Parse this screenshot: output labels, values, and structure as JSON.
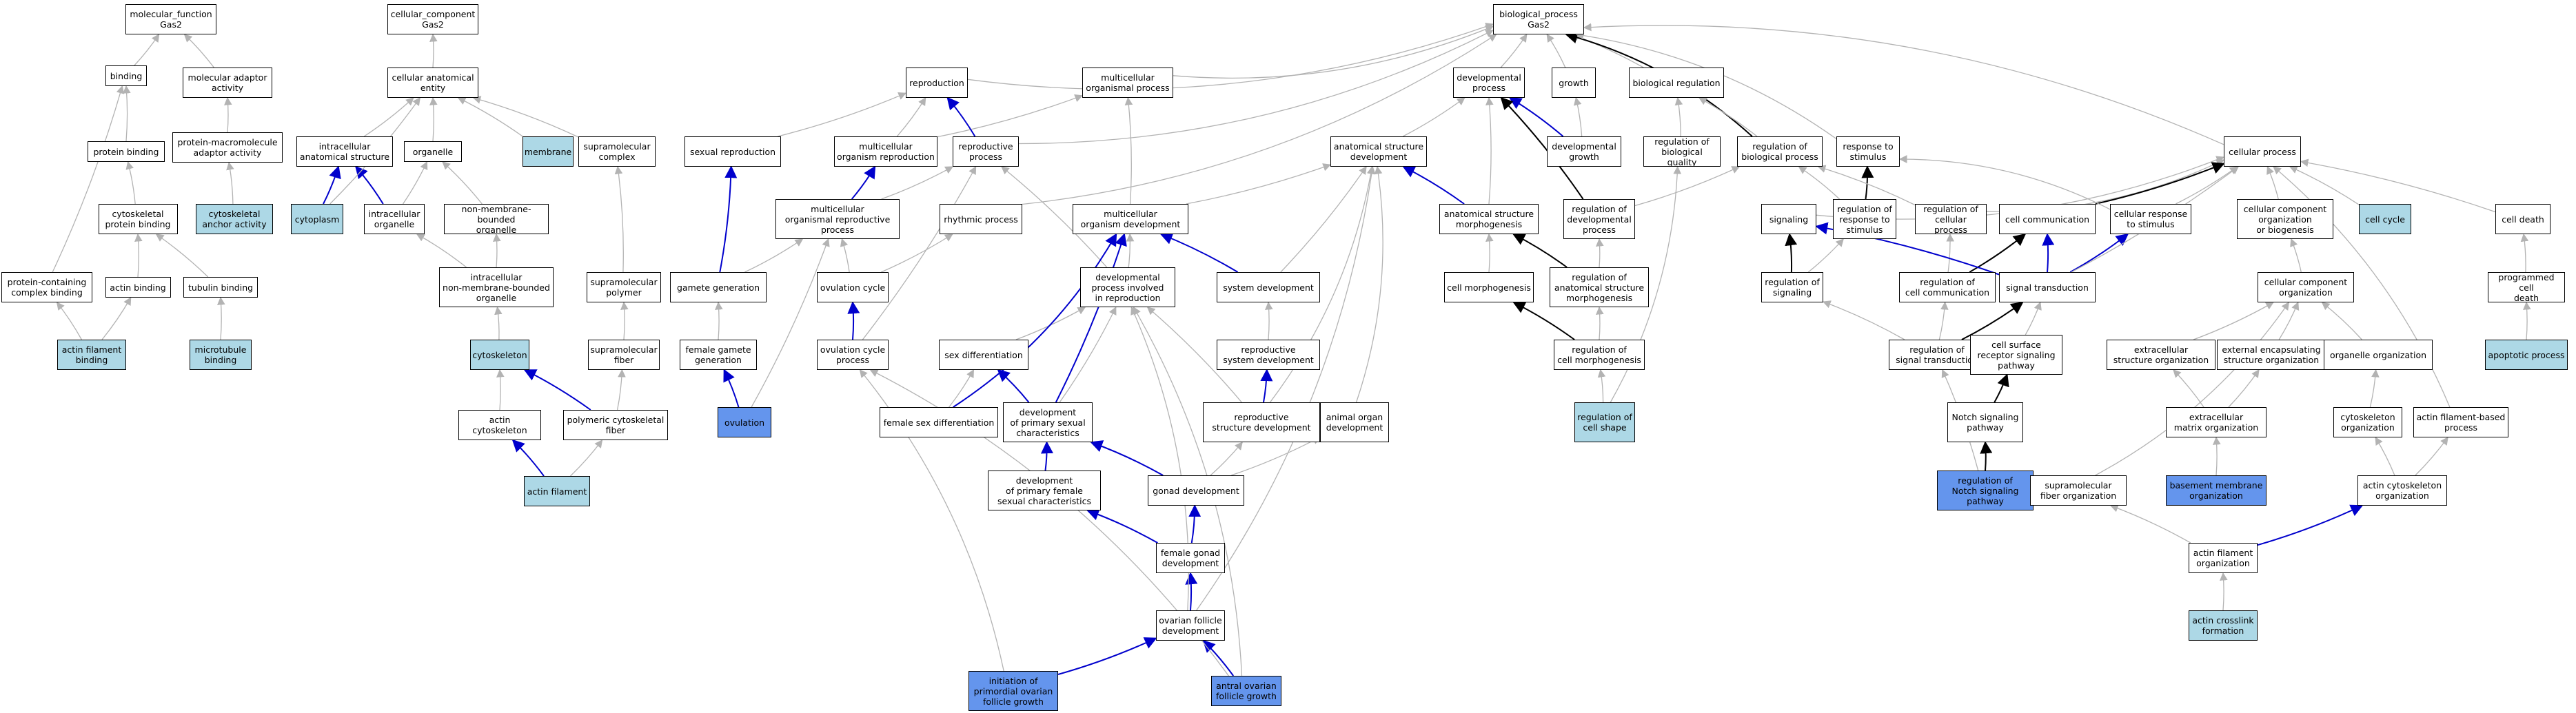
{
  "colors": {
    "light": "#add8e6",
    "dark": "#6495ed",
    "edge_gray": "#b3b3b3",
    "edge_black": "#000000",
    "edge_blue": "#0000cc"
  },
  "nodes": [
    {
      "id": "mf",
      "label": "molecular_function\nGas2",
      "style": "plain"
    },
    {
      "id": "binding",
      "label": "binding",
      "style": "plain"
    },
    {
      "id": "molad",
      "label": "molecular adaptor\nactivity",
      "style": "plain"
    },
    {
      "id": "protbind",
      "label": "protein binding",
      "style": "plain"
    },
    {
      "id": "pmad",
      "label": "protein-macromolecule\nadaptor activity",
      "style": "plain"
    },
    {
      "id": "cytoprot",
      "label": "cytoskeletal\nprotein binding",
      "style": "plain"
    },
    {
      "id": "cytoanch",
      "label": "cytoskeletal\nanchor activity",
      "style": "light"
    },
    {
      "id": "pcc",
      "label": "protein-containing\ncomplex binding",
      "style": "plain"
    },
    {
      "id": "actinb",
      "label": "actin binding",
      "style": "plain"
    },
    {
      "id": "tubb",
      "label": "tubulin binding",
      "style": "plain"
    },
    {
      "id": "afb",
      "label": "actin filament\nbinding",
      "style": "light"
    },
    {
      "id": "mtb",
      "label": "microtubule\nbinding",
      "style": "light"
    },
    {
      "id": "cc",
      "label": "cellular_component\nGas2",
      "style": "plain"
    },
    {
      "id": "cae",
      "label": "cellular anatomical\nentity",
      "style": "plain"
    },
    {
      "id": "ias",
      "label": "intracellular\nanatomical structure",
      "style": "plain"
    },
    {
      "id": "organelle",
      "label": "organelle",
      "style": "plain"
    },
    {
      "id": "membrane",
      "label": "membrane",
      "style": "light"
    },
    {
      "id": "smc",
      "label": "supramolecular\ncomplex",
      "style": "plain"
    },
    {
      "id": "cytoplasm",
      "label": "cytoplasm",
      "style": "light"
    },
    {
      "id": "io",
      "label": "intracellular\norganelle",
      "style": "plain"
    },
    {
      "id": "nmbo",
      "label": "non-membrane-bounded\norganelle",
      "style": "plain"
    },
    {
      "id": "inmbo",
      "label": "intracellular\nnon-membrane-bounded\norganelle",
      "style": "plain"
    },
    {
      "id": "smp",
      "label": "supramolecular\npolymer",
      "style": "plain"
    },
    {
      "id": "cytoskeleton",
      "label": "cytoskeleton",
      "style": "light"
    },
    {
      "id": "smf",
      "label": "supramolecular\nfiber",
      "style": "plain"
    },
    {
      "id": "actcyto",
      "label": "actin cytoskeleton",
      "style": "plain"
    },
    {
      "id": "pcf",
      "label": "polymeric cytoskeletal\nfiber",
      "style": "plain"
    },
    {
      "id": "actfil",
      "label": "actin filament",
      "style": "light"
    },
    {
      "id": "bp",
      "label": "biological_process\nGas2",
      "style": "plain"
    },
    {
      "id": "repro",
      "label": "reproduction",
      "style": "plain"
    },
    {
      "id": "mop",
      "label": "multicellular\norganismal process",
      "style": "plain"
    },
    {
      "id": "devproc",
      "label": "developmental\nprocess",
      "style": "plain"
    },
    {
      "id": "growth",
      "label": "growth",
      "style": "plain"
    },
    {
      "id": "bioreg",
      "label": "biological regulation",
      "style": "plain"
    },
    {
      "id": "sexrep",
      "label": "sexual reproduction",
      "style": "plain"
    },
    {
      "id": "morep",
      "label": "multicellular\norganism reproduction",
      "style": "plain"
    },
    {
      "id": "repproc",
      "label": "reproductive\nprocess",
      "style": "plain"
    },
    {
      "id": "asd",
      "label": "anatomical structure\ndevelopment",
      "style": "plain"
    },
    {
      "id": "devgrowth",
      "label": "developmental\ngrowth",
      "style": "plain"
    },
    {
      "id": "rbq",
      "label": "regulation of\nbiological quality",
      "style": "plain"
    },
    {
      "id": "rbp",
      "label": "regulation of\nbiological process",
      "style": "plain"
    },
    {
      "id": "rts",
      "label": "response to\nstimulus",
      "style": "plain"
    },
    {
      "id": "cellproc",
      "label": "cellular process",
      "style": "plain"
    },
    {
      "id": "morp",
      "label": "multicellular\norganismal reproductive\nprocess",
      "style": "plain"
    },
    {
      "id": "rhythm",
      "label": "rhythmic process",
      "style": "plain"
    },
    {
      "id": "mod",
      "label": "multicellular\norganism development",
      "style": "plain"
    },
    {
      "id": "asm",
      "label": "anatomical structure\nmorphogenesis",
      "style": "plain"
    },
    {
      "id": "rdp",
      "label": "regulation of\ndevelopmental\nprocess",
      "style": "plain"
    },
    {
      "id": "signaling",
      "label": "signaling",
      "style": "plain"
    },
    {
      "id": "rrs",
      "label": "regulation of\nresponse to\nstimulus",
      "style": "plain"
    },
    {
      "id": "rcp",
      "label": "regulation of\ncellular process",
      "style": "plain"
    },
    {
      "id": "cellcomm",
      "label": "cell communication",
      "style": "plain"
    },
    {
      "id": "crs",
      "label": "cellular response\nto stimulus",
      "style": "plain"
    },
    {
      "id": "ccob",
      "label": "cellular component\norganization\nor biogenesis",
      "style": "plain"
    },
    {
      "id": "cellcycle",
      "label": "cell cycle",
      "style": "light"
    },
    {
      "id": "celldeath",
      "label": "cell death",
      "style": "plain"
    },
    {
      "id": "gamgen",
      "label": "gamete generation",
      "style": "plain"
    },
    {
      "id": "ovcyc",
      "label": "ovulation cycle",
      "style": "plain"
    },
    {
      "id": "dpir",
      "label": "developmental\nprocess involved\nin reproduction",
      "style": "plain"
    },
    {
      "id": "sysdev",
      "label": "system development",
      "style": "plain"
    },
    {
      "id": "cellmorph",
      "label": "cell morphogenesis",
      "style": "plain"
    },
    {
      "id": "rasm",
      "label": "regulation of\nanatomical structure\nmorphogenesis",
      "style": "plain"
    },
    {
      "id": "rsig",
      "label": "regulation of\nsignaling",
      "style": "plain"
    },
    {
      "id": "rcc",
      "label": "regulation of\ncell communication",
      "style": "plain"
    },
    {
      "id": "sigtrans",
      "label": "signal transduction",
      "style": "plain"
    },
    {
      "id": "cco",
      "label": "cellular component\norganization",
      "style": "plain"
    },
    {
      "id": "pcd",
      "label": "programmed cell\ndeath",
      "style": "plain"
    },
    {
      "id": "fgg",
      "label": "female gamete\ngeneration",
      "style": "plain"
    },
    {
      "id": "ovcycproc",
      "label": "ovulation cycle\nprocess",
      "style": "plain"
    },
    {
      "id": "sexdiff",
      "label": "sex differentiation",
      "style": "plain"
    },
    {
      "id": "rsd",
      "label": "reproductive\nsystem development",
      "style": "plain"
    },
    {
      "id": "rcm",
      "label": "regulation of\ncell morphogenesis",
      "style": "plain"
    },
    {
      "id": "rst",
      "label": "regulation of\nsignal transduction",
      "style": "plain"
    },
    {
      "id": "csrsp",
      "label": "cell surface\nreceptor signaling\npathway",
      "style": "plain"
    },
    {
      "id": "eso",
      "label": "extracellular\nstructure organization",
      "style": "plain"
    },
    {
      "id": "eeso",
      "label": "external encapsulating\nstructure organization",
      "style": "plain"
    },
    {
      "id": "orgorg",
      "label": "organelle organization",
      "style": "plain"
    },
    {
      "id": "apoptotic",
      "label": "apoptotic process",
      "style": "light"
    },
    {
      "id": "ovulation",
      "label": "ovulation",
      "style": "dark"
    },
    {
      "id": "fsd",
      "label": "female sex differentiation",
      "style": "plain"
    },
    {
      "id": "dpsc",
      "label": "development\nof primary sexual\ncharacteristics",
      "style": "plain"
    },
    {
      "id": "rstd",
      "label": "reproductive\nstructure development",
      "style": "plain"
    },
    {
      "id": "aod",
      "label": "animal organ\ndevelopment",
      "style": "plain"
    },
    {
      "id": "rcs",
      "label": "regulation of\ncell shape",
      "style": "light"
    },
    {
      "id": "notch",
      "label": "Notch signaling\npathway",
      "style": "plain"
    },
    {
      "id": "emo",
      "label": "extracellular\nmatrix organization",
      "style": "plain"
    },
    {
      "id": "csorg",
      "label": "cytoskeleton\norganization",
      "style": "plain"
    },
    {
      "id": "afbp",
      "label": "actin filament-based\nprocess",
      "style": "plain"
    },
    {
      "id": "dpfsc",
      "label": "development\nof primary female\nsexual characteristics",
      "style": "plain"
    },
    {
      "id": "gonaddev",
      "label": "gonad development",
      "style": "plain"
    },
    {
      "id": "rnsp",
      "label": "regulation of\nNotch signaling\npathway",
      "style": "dark"
    },
    {
      "id": "bmo",
      "label": "basement membrane\norganization",
      "style": "dark"
    },
    {
      "id": "sfo",
      "label": "supramolecular\nfiber organization",
      "style": "plain"
    },
    {
      "id": "aco",
      "label": "actin cytoskeleton\norganization",
      "style": "plain"
    },
    {
      "id": "fgd",
      "label": "female gonad\ndevelopment",
      "style": "plain"
    },
    {
      "id": "afo",
      "label": "actin filament\norganization",
      "style": "plain"
    },
    {
      "id": "ofd",
      "label": "ovarian follicle\ndevelopment",
      "style": "plain"
    },
    {
      "id": "acf",
      "label": "actin crosslink\nformation",
      "style": "light"
    },
    {
      "id": "ipofg",
      "label": "initiation of\nprimordial ovarian\nfollicle growth",
      "style": "dark"
    },
    {
      "id": "aofg",
      "label": "antral ovarian\nfollicle growth",
      "style": "dark"
    }
  ]
}
